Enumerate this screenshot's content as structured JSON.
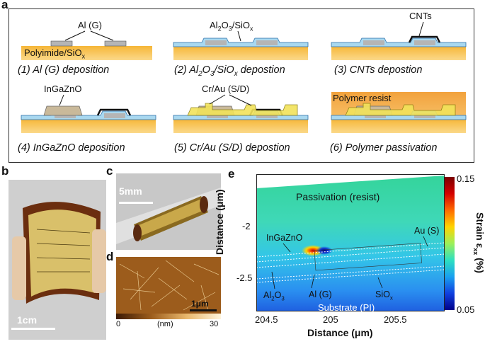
{
  "panel_labels": {
    "a": "a",
    "b": "b",
    "c": "c",
    "d": "d",
    "e": "e"
  },
  "steps": [
    "(1) Al (G) deposition",
    "(2) Al2O3/SiOx depostion",
    "(3) CNTs depostion",
    "(4) InGaZnO deposition",
    "(5) Cr/Au (S/D) depostion",
    "(6) Polymer passivation"
  ],
  "callouts": {
    "al_g": "Al (G)",
    "substrate": "Polyimide/SiOx",
    "dielectric": "Al2O3/SiOx",
    "cnts": "CNTs",
    "ingazno": "InGaZnO",
    "crau": "Cr/Au (S/D)",
    "polymer": "Polymer resist"
  },
  "scalebars": {
    "b": "1cm",
    "c": "5mm",
    "d": "1μm"
  },
  "afm_colorbar": {
    "min": "0",
    "unit": "(nm)",
    "max": "30"
  },
  "sim": {
    "passivation": "Passivation (resist)",
    "ingazno": "InGaZnO",
    "au": "Au (S)",
    "al2o3": "Al2O3",
    "alg": "Al (G)",
    "siox": "SiOx",
    "substrate": "Substrate (PI)",
    "ylabel": "Distance (μm)",
    "xlabel": "Distance (μm)",
    "yticks": [
      "-2",
      "-2.5"
    ],
    "xticks": [
      "204.5",
      "205",
      "205.5"
    ],
    "cbar_max": "0.15",
    "cbar_min": "0.05",
    "cbar_label": "Strain εxx (%)"
  },
  "colors": {
    "substrate": "#f5b942",
    "substrate_light": "#fbd98a",
    "dielectric": "#a8d8f0",
    "dielectric_edge": "#2b6fa8",
    "metal": "#b5b5b5",
    "cnt": "#1a1a1a",
    "igzo": "#c9b99a",
    "crau": "#f2e35a",
    "resist": "#f0a441"
  }
}
